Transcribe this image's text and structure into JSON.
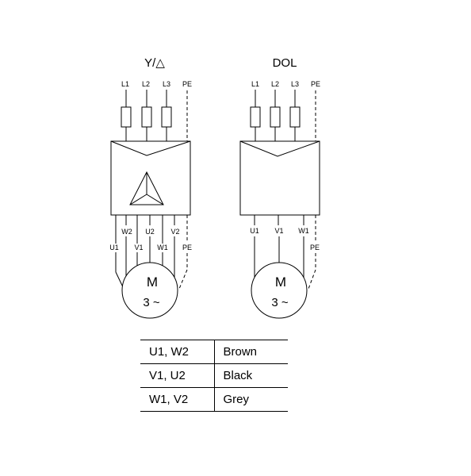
{
  "diagrams": {
    "star_delta": {
      "title": "Y/△",
      "supply": [
        "L1",
        "L2",
        "L3",
        "PE"
      ],
      "terminals_top": [
        "W2",
        "U2",
        "V2"
      ],
      "terminals_bottom": [
        "U1",
        "V1",
        "W1",
        "PE"
      ],
      "motor": "M",
      "motor_phase": "3 ~"
    },
    "dol": {
      "title": "DOL",
      "supply": [
        "L1",
        "L2",
        "L3",
        "PE"
      ],
      "terminals": [
        "U1",
        "V1",
        "W1"
      ],
      "pe": "PE",
      "motor": "M",
      "motor_phase": "3 ~"
    }
  },
  "legend": [
    {
      "terminals": "U1, W2",
      "colour": "Brown"
    },
    {
      "terminals": "V1, U2",
      "colour": "Black"
    },
    {
      "terminals": "W1, V2",
      "colour": "Grey"
    }
  ]
}
